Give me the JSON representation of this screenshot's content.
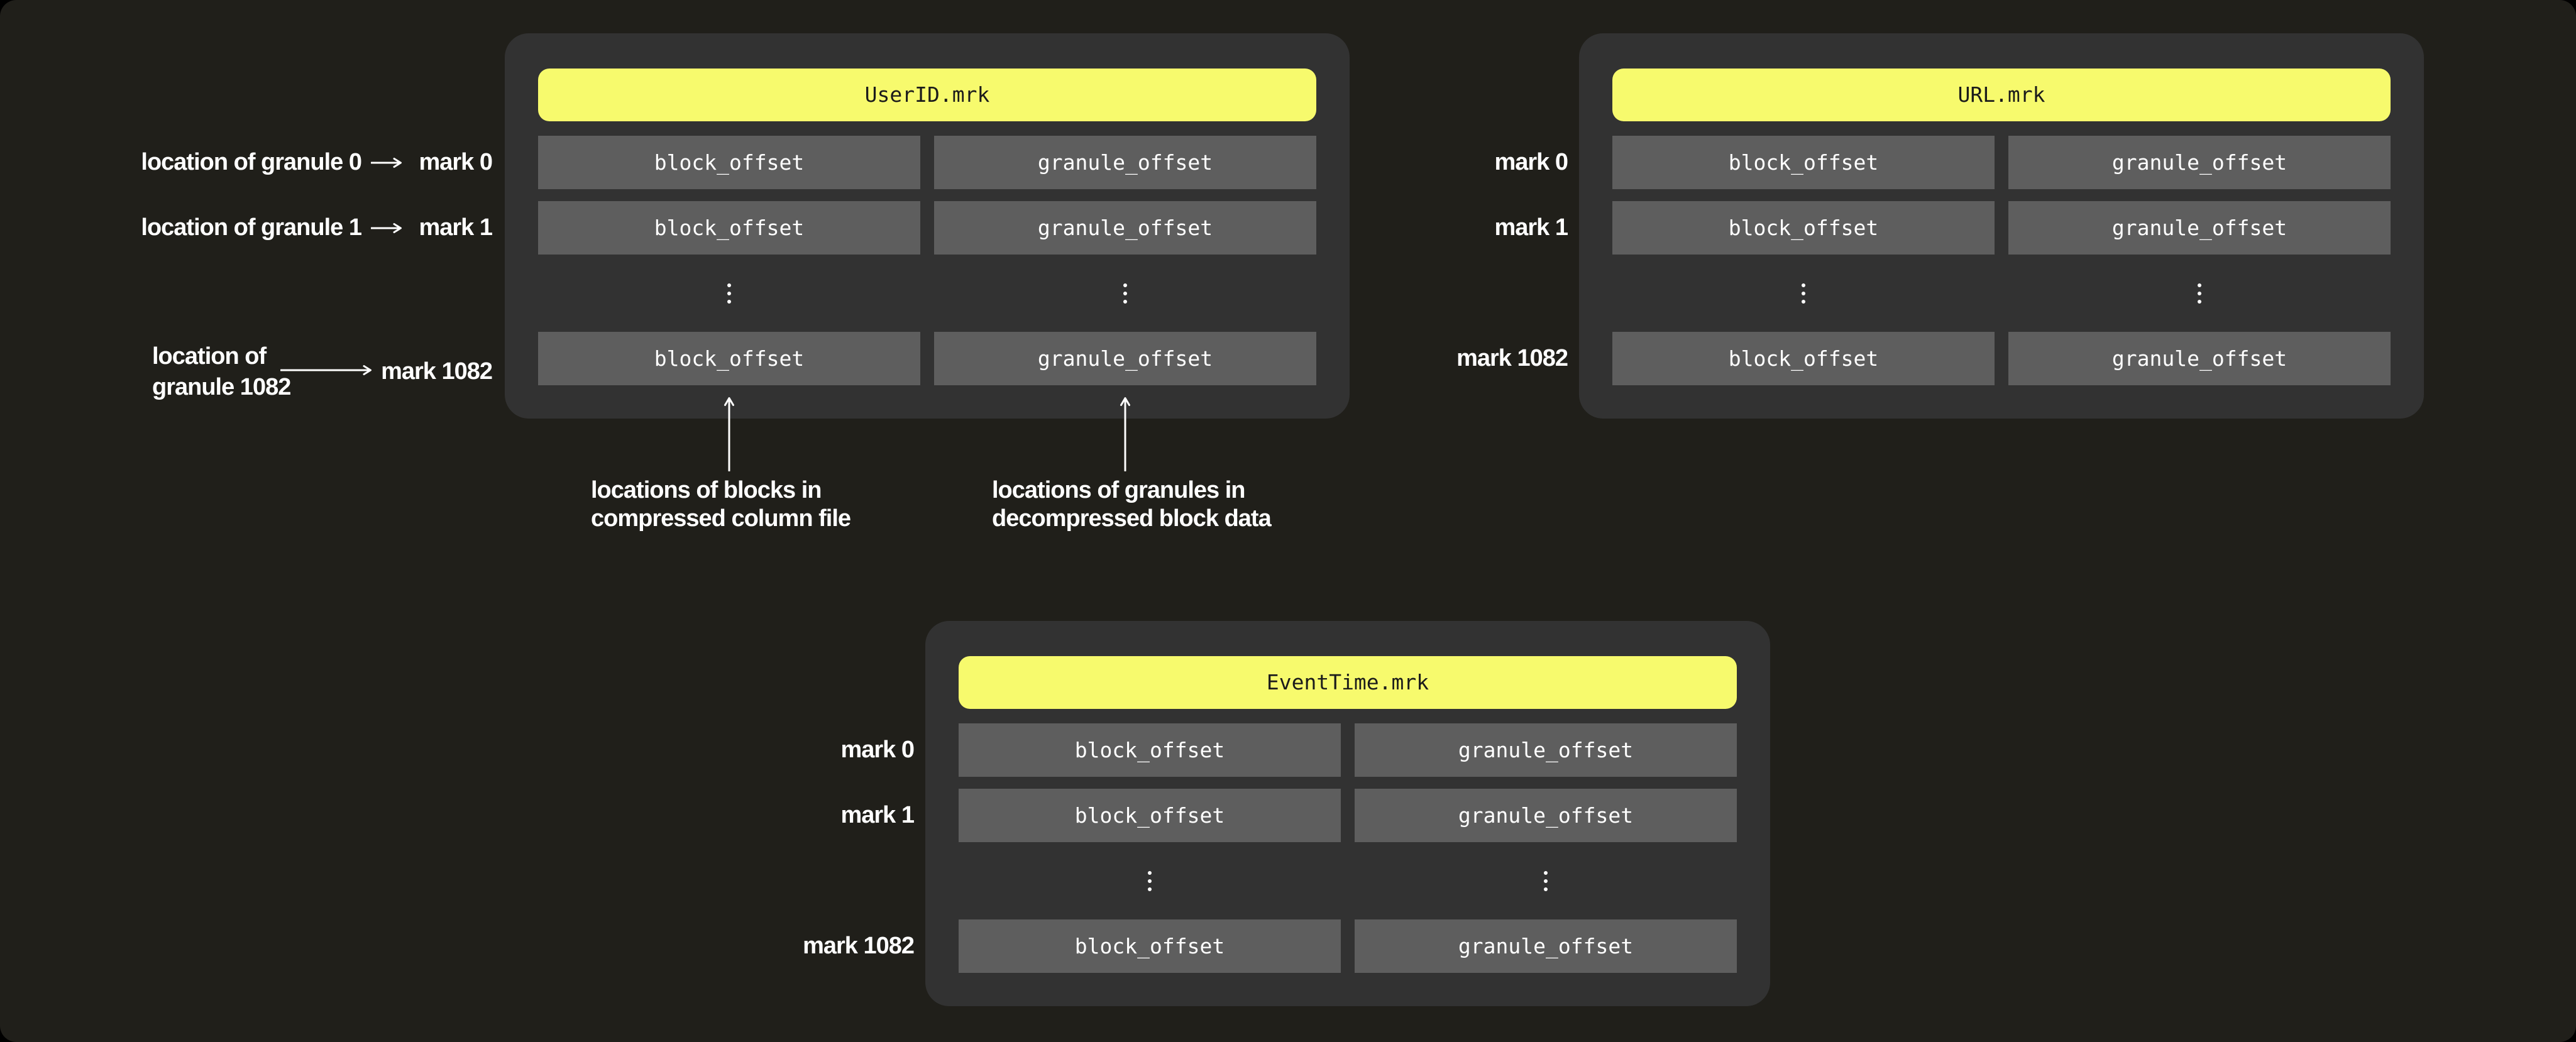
{
  "colors": {
    "outer": "#000000",
    "canvas_background": "#201f1a",
    "panel_background": "#323232",
    "cell_background": "#5e5e5e",
    "accent_yellow": "#f7fa6d",
    "text_light": "#ffffff",
    "text_dark": "#1b1b1b"
  },
  "panels": [
    {
      "title": "UserID.mrk"
    },
    {
      "title": "URL.mrk"
    },
    {
      "title": "EventTime.mrk"
    }
  ],
  "labels": {
    "block_offset": "block_offset",
    "granule_offset": "granule_offset"
  },
  "marks": {
    "m0": "mark 0",
    "m1": "mark 1",
    "m1082": "mark 1082"
  },
  "annotations": {
    "loc0": "location of granule 0",
    "loc1": "location of granule 1",
    "loc1082_line1": "location of",
    "loc1082_line2": "granule 1082",
    "blocks_line1": "locations of blocks in",
    "blocks_line2": "compressed column file",
    "granules_line1": "locations of granules in",
    "granules_line2": "decompressed block data"
  }
}
